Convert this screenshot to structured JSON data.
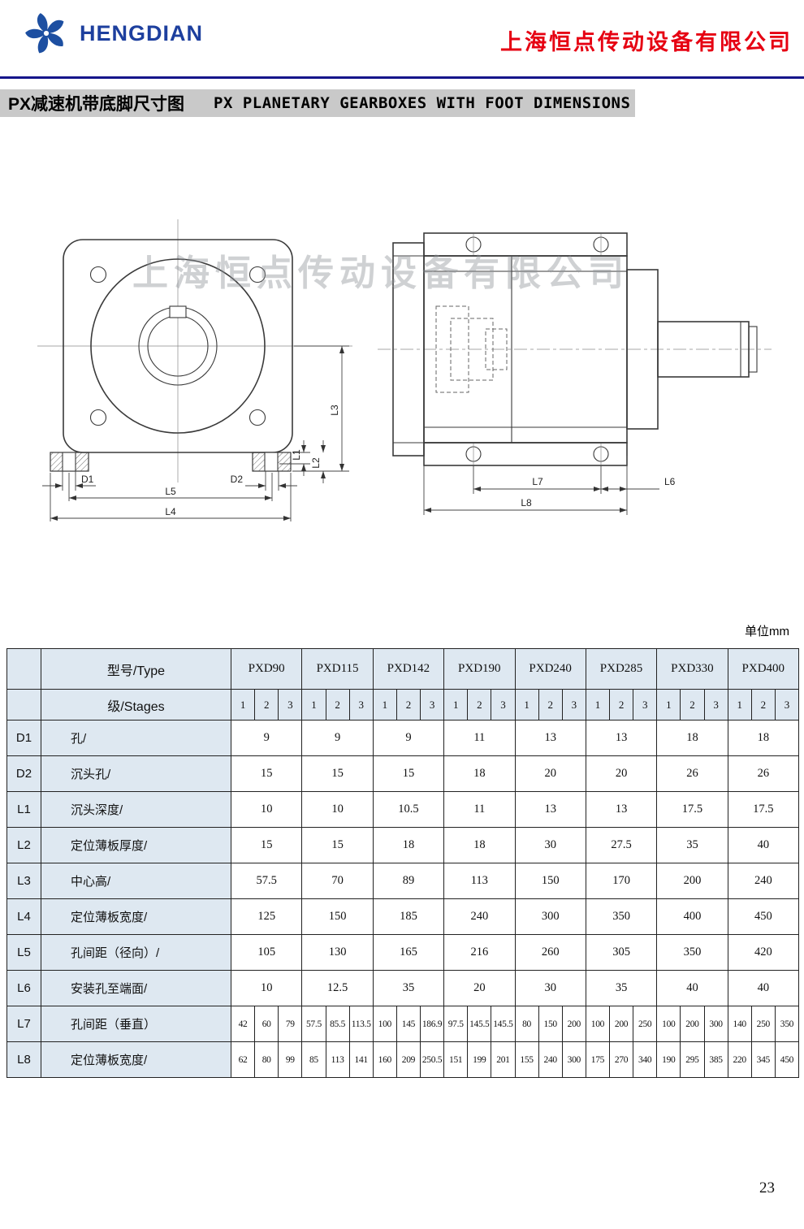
{
  "header": {
    "brand": "HENGDIAN",
    "company_name": "上海恒点传动设备有限公司"
  },
  "title_bar": {
    "title_zh": "PX减速机带底脚尺寸图",
    "title_en": "PX PLANETARY GEARBOXES WITH FOOT DIMENSIONS"
  },
  "watermark": "上海恒点传动设备有限公司",
  "drawings": {
    "labels": {
      "d1": "D1",
      "d2": "D2",
      "l1": "L1",
      "l2": "L2",
      "l3": "L3",
      "l4": "L4",
      "l5": "L5",
      "l6": "L6",
      "l7": "L7",
      "l8": "L8"
    }
  },
  "unit_label": "单位mm",
  "table": {
    "type_header": "型号/Type",
    "stages_header": "级/Stages",
    "models": [
      "PXD90",
      "PXD115",
      "PXD142",
      "PXD190",
      "PXD240",
      "PXD285",
      "PXD330",
      "PXD400"
    ],
    "stages": [
      "1",
      "2",
      "3"
    ],
    "rows": [
      {
        "code": "D1",
        "label": "孔/",
        "merged": true,
        "values": [
          "9",
          "9",
          "9",
          "11",
          "13",
          "13",
          "18",
          "18"
        ]
      },
      {
        "code": "D2",
        "label": "沉头孔/",
        "merged": true,
        "values": [
          "15",
          "15",
          "15",
          "18",
          "20",
          "20",
          "26",
          "26"
        ]
      },
      {
        "code": "L1",
        "label": "沉头深度/",
        "merged": true,
        "values": [
          "10",
          "10",
          "10.5",
          "11",
          "13",
          "13",
          "17.5",
          "17.5"
        ]
      },
      {
        "code": "L2",
        "label": "定位薄板厚度/",
        "merged": true,
        "values": [
          "15",
          "15",
          "18",
          "18",
          "30",
          "27.5",
          "35",
          "40"
        ]
      },
      {
        "code": "L3",
        "label": "中心高/",
        "merged": true,
        "values": [
          "57.5",
          "70",
          "89",
          "113",
          "150",
          "170",
          "200",
          "240"
        ]
      },
      {
        "code": "L4",
        "label": "定位薄板宽度/",
        "merged": true,
        "values": [
          "125",
          "150",
          "185",
          "240",
          "300",
          "350",
          "400",
          "450"
        ]
      },
      {
        "code": "L5",
        "label": "孔间距（径向）/",
        "merged": true,
        "values": [
          "105",
          "130",
          "165",
          "216",
          "260",
          "305",
          "350",
          "420"
        ]
      },
      {
        "code": "L6",
        "label": "安装孔至端面/",
        "merged": true,
        "values": [
          "10",
          "12.5",
          "35",
          "20",
          "30",
          "35",
          "40",
          "40"
        ]
      },
      {
        "code": "L7",
        "label": "孔间距（垂直）",
        "merged": false,
        "values": [
          "42",
          "60",
          "79",
          "57.5",
          "85.5",
          "113.5",
          "100",
          "145",
          "186.9",
          "97.5",
          "145.5",
          "145.5",
          "80",
          "150",
          "200",
          "100",
          "200",
          "250",
          "100",
          "200",
          "300",
          "140",
          "250",
          "350"
        ]
      },
      {
        "code": "L8",
        "label": "定位薄板宽度/",
        "merged": false,
        "values": [
          "62",
          "80",
          "99",
          "85",
          "113",
          "141",
          "160",
          "209",
          "250.5",
          "151",
          "199",
          "201",
          "155",
          "240",
          "300",
          "175",
          "270",
          "340",
          "190",
          "295",
          "385",
          "220",
          "345",
          "450"
        ]
      }
    ]
  },
  "page_number": "23"
}
